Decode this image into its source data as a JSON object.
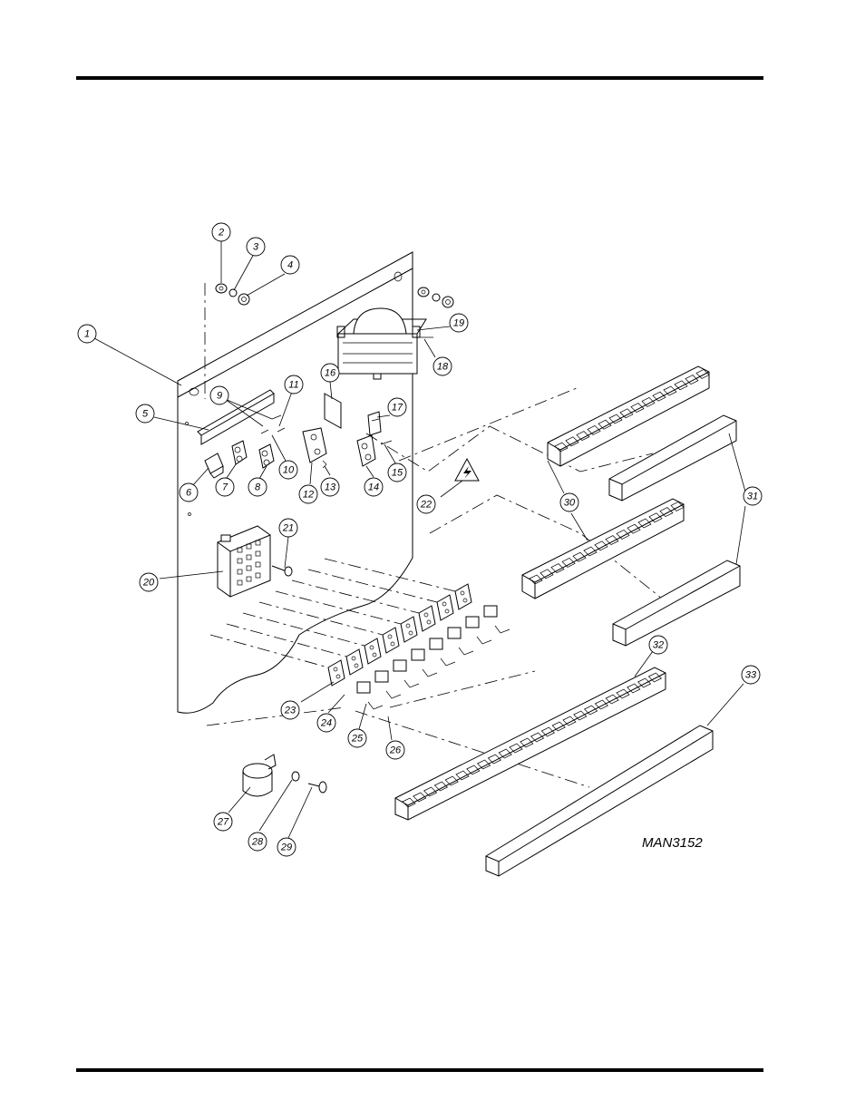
{
  "drawing_ref": "MAN3152",
  "callouts": [
    "1",
    "2",
    "3",
    "4",
    "5",
    "6",
    "7",
    "8",
    "9",
    "10",
    "11",
    "12",
    "13",
    "14",
    "15",
    "16",
    "17",
    "18",
    "19",
    "20",
    "21",
    "22",
    "23",
    "24",
    "25",
    "26",
    "27",
    "28",
    "29",
    "30",
    "31",
    "32",
    "33"
  ],
  "icons": {
    "hazard": "high-voltage-warning-icon"
  }
}
